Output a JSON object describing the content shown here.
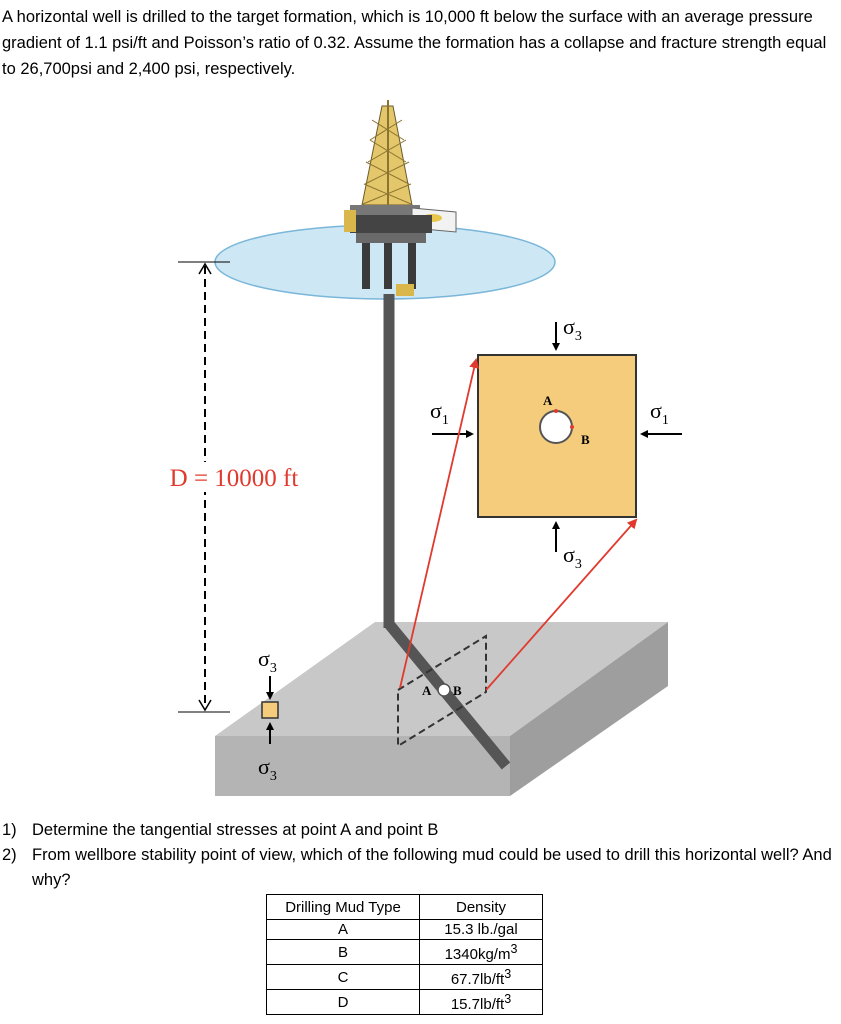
{
  "problem": {
    "intro": "A horizontal well is drilled to the target formation, which is 10,000 ft below the surface with an average pressure gradient of 1.1 psi/ft and Poisson’s ratio of 0.32. Assume the formation has a collapse and fracture strength equal to 26,700psi and 2,400 psi, respectively."
  },
  "figure": {
    "depth_label": "D = 10000 ft",
    "sigma1": "σ",
    "sigma3": "σ",
    "sub1": "1",
    "sub3": "3",
    "point_a": "A",
    "point_b": "B",
    "colors": {
      "depth_label": "#e03a2f",
      "sea": "#cde8f4",
      "sea_edge": "#7ab6d9",
      "block_top": "#c8c8c8",
      "block_front": "#b4b4b4",
      "block_side": "#9a9a9a",
      "square": "#f4cc7c",
      "wellbore": "#555555",
      "arrow_red": "#e03a2f"
    }
  },
  "questions": [
    {
      "num": "1)",
      "text": "Determine the tangential stresses at point A and point B"
    },
    {
      "num": "2)",
      "text": "From wellbore stability point of view, which of the following mud could be used to drill this horizontal well? And why?"
    }
  ],
  "mud_table": {
    "headers": [
      "Drilling Mud Type",
      "Density"
    ],
    "rows": [
      {
        "type": "A",
        "density": "15.3 lb./gal",
        "sup": ""
      },
      {
        "type": "B",
        "density": "1340kg/m",
        "sup": "3"
      },
      {
        "type": "C",
        "density": "67.7lb/ft",
        "sup": "3"
      },
      {
        "type": "D",
        "density": "15.7lb/ft",
        "sup": "3"
      }
    ]
  }
}
